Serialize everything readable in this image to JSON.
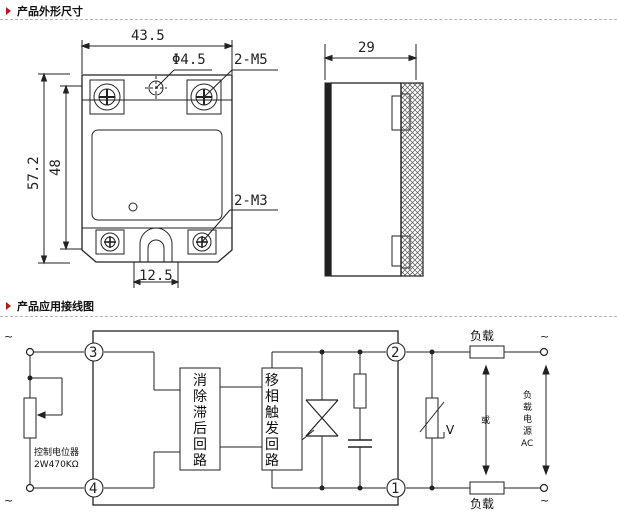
{
  "sections": {
    "dimensions_title": "产品外形尺寸",
    "wiring_title": "产品应用接线图"
  },
  "dimensions": {
    "width": "43.5",
    "hole": "Φ4.5",
    "screw_top": "2-M5",
    "height_total": "57.2",
    "height_inner": "48",
    "screw_bottom": "2-M3",
    "slot": "12.5",
    "depth": "29"
  },
  "wiring": {
    "terminals": [
      "3",
      "4",
      "2",
      "1"
    ],
    "block_left": [
      "消",
      "除",
      "滞",
      "后",
      "回",
      "路"
    ],
    "block_right": [
      "移",
      "相",
      "触",
      "发",
      "回",
      "路"
    ],
    "pot_label_1": "控制电位器",
    "pot_label_2": "2W470KΩ",
    "load_top": "负载",
    "load_bottom": "负载",
    "or_label": "或",
    "varistor_label": "V",
    "supply_label": [
      "负",
      "载",
      "电",
      "源",
      "AC"
    ],
    "tilde": "~"
  }
}
